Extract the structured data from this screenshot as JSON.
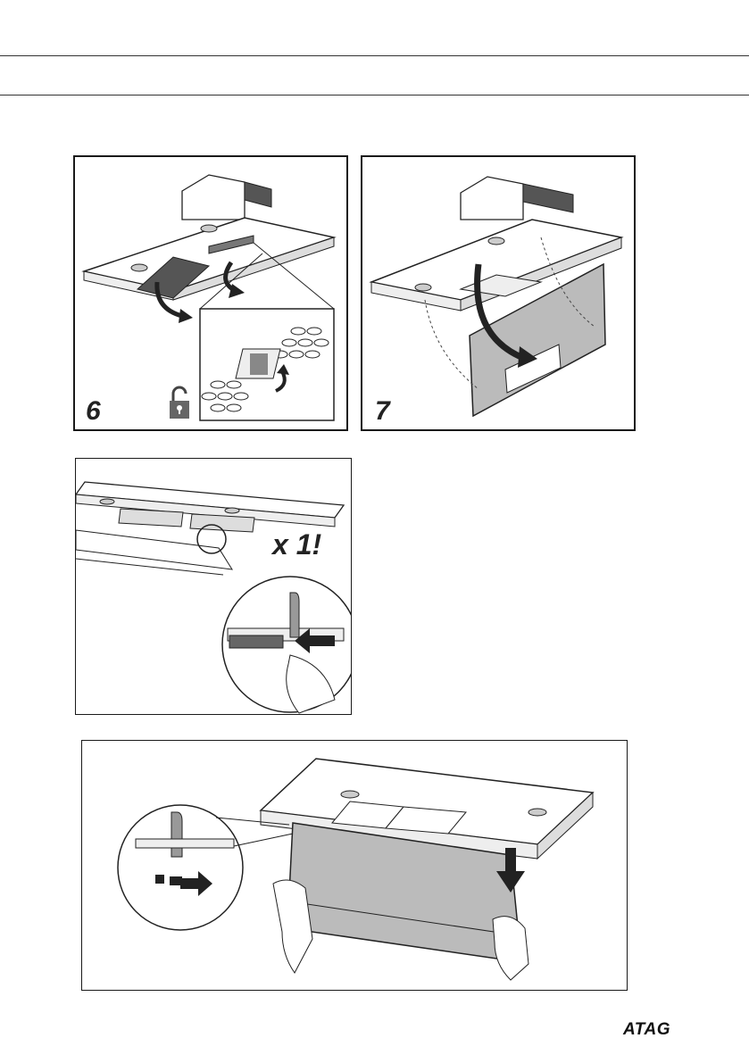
{
  "steps": [
    {
      "number": "6"
    },
    {
      "number": "7"
    }
  ],
  "figure3": {
    "multiplier": "x 1!"
  },
  "footer": {
    "brand": "ATAG"
  },
  "icons": [
    "unlock-icon",
    "arrow-icon",
    "hand-icon",
    "hook-icon"
  ]
}
